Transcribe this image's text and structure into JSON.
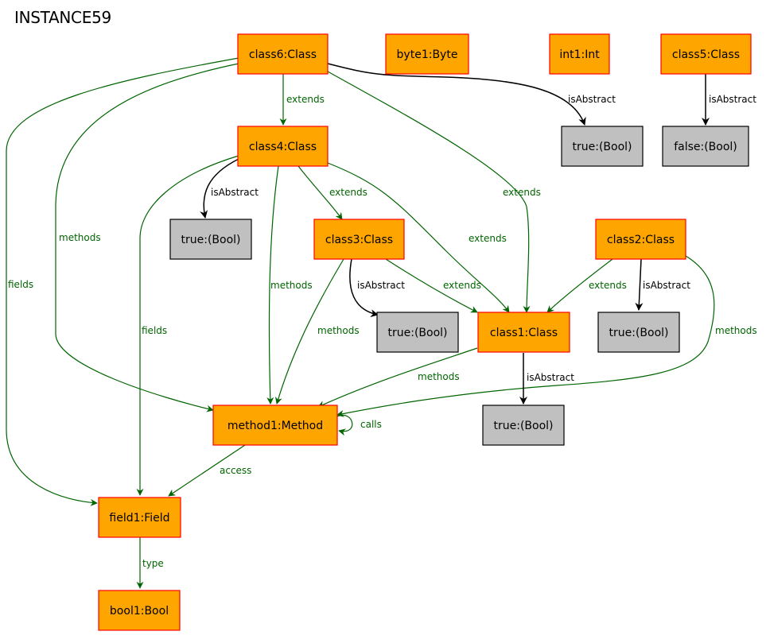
{
  "title": "INSTANCE59",
  "nodes": {
    "class6": "class6:Class",
    "byte1": "byte1:Byte",
    "int1": "int1:Int",
    "class5": "class5:Class",
    "true_c6": "true:(Bool)",
    "false_c5": "false:(Bool)",
    "class4": "class4:Class",
    "true_c4": "true:(Bool)",
    "class3": "class3:Class",
    "class2": "class2:Class",
    "true_c3": "true:(Bool)",
    "class1": "class1:Class",
    "true_c2": "true:(Bool)",
    "method1": "method1:Method",
    "true_c1": "true:(Bool)",
    "field1": "field1:Field",
    "bool1": "bool1:Bool"
  },
  "edge_labels": {
    "extends": "extends",
    "isAbstract": "isAbstract",
    "methods": "methods",
    "fields": "fields",
    "calls": "calls",
    "access": "access",
    "type": "type"
  },
  "colors": {
    "object_fill": "#ffa500",
    "object_border": "#ff0000",
    "value_fill": "#c0c0c0",
    "value_border": "#000000",
    "green_edge": "#006400",
    "black_edge": "#000000"
  }
}
